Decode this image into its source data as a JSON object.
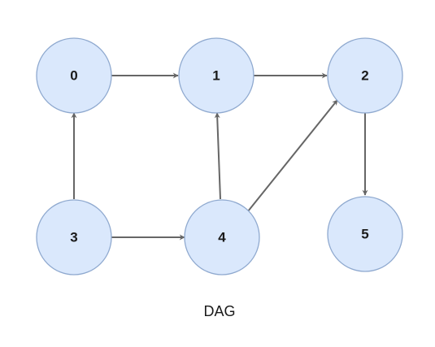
{
  "diagram": {
    "caption": "DAG",
    "colors": {
      "node_fill": "#dae8fc",
      "node_stroke": "#8fa9cf",
      "edge": "#666666",
      "text": "#1a1a1a"
    },
    "nodes": [
      {
        "id": "n0",
        "label": "0"
      },
      {
        "id": "n1",
        "label": "1"
      },
      {
        "id": "n2",
        "label": "2"
      },
      {
        "id": "n3",
        "label": "3"
      },
      {
        "id": "n4",
        "label": "4"
      },
      {
        "id": "n5",
        "label": "5"
      }
    ],
    "edges": [
      {
        "from": "0",
        "to": "1"
      },
      {
        "from": "1",
        "to": "2"
      },
      {
        "from": "3",
        "to": "0"
      },
      {
        "from": "3",
        "to": "4"
      },
      {
        "from": "4",
        "to": "1"
      },
      {
        "from": "4",
        "to": "2"
      },
      {
        "from": "2",
        "to": "5"
      }
    ]
  }
}
